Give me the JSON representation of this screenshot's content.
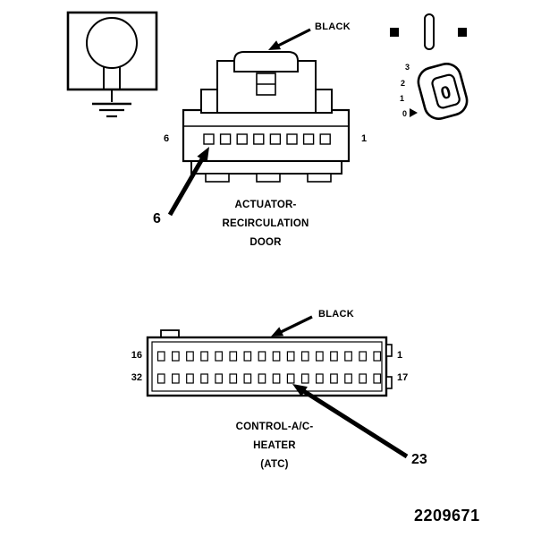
{
  "top_section": {
    "color_label": "BLACK",
    "pin_left_label": "6",
    "pin_right_label": "1",
    "callout_label": "6",
    "pin_count": 8,
    "caption_lines": [
      "ACTUATOR-",
      "RECIRCULATION",
      "DOOR"
    ]
  },
  "ignition_dial": {
    "positions": [
      "3",
      "2",
      "1",
      "0"
    ],
    "key_label": "0"
  },
  "bottom_section": {
    "color_label": "BLACK",
    "pin_top_left_label": "16",
    "pin_top_right_label": "1",
    "pin_bottom_left_label": "32",
    "pin_bottom_right_label": "17",
    "callout_label": "23",
    "pins_per_row": 16,
    "caption_lines": [
      "CONTROL-A/C-",
      "HEATER",
      "(ATC)"
    ]
  },
  "footer": {
    "part_number": "2209671"
  }
}
